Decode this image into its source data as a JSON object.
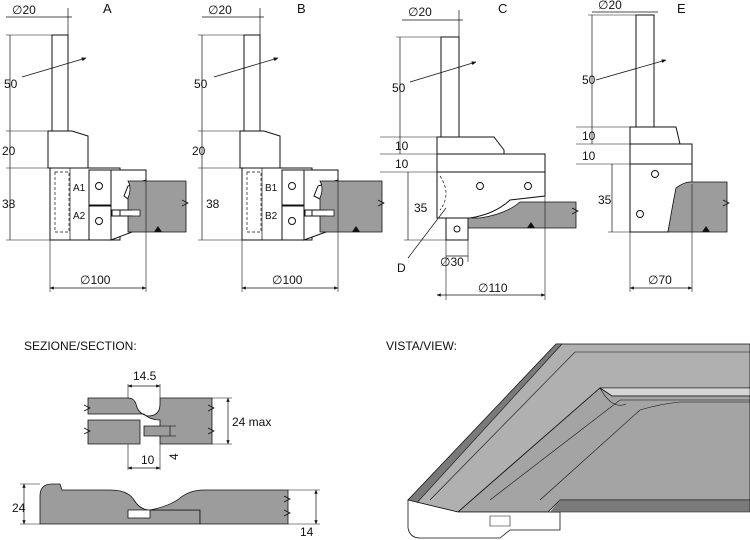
{
  "tools": {
    "A": {
      "letter": "A",
      "shank_dia": "∅20",
      "dim_shank": "50",
      "dim_neck": "20",
      "dim_cut": "38",
      "dim_dia": "∅100",
      "tag1": "A1",
      "tag2": "A2"
    },
    "B": {
      "letter": "B",
      "shank_dia": "∅20",
      "dim_shank": "50",
      "dim_neck": "20",
      "dim_cut": "38",
      "dim_dia": "∅100",
      "tag1": "B1",
      "tag2": "B2"
    },
    "C": {
      "letter": "C",
      "shank_dia": "∅20",
      "dim_shank": "50",
      "dim_neck1": "10",
      "dim_neck2": "10",
      "dim_cut": "35",
      "dim_bearing": "∅30",
      "dim_dia": "∅110",
      "callout": "D"
    },
    "E": {
      "letter": "E",
      "shank_dia": "∅20",
      "dim_shank": "50",
      "dim_neck1": "10",
      "dim_neck2": "10",
      "dim_cut": "35",
      "dim_dia": "∅70"
    }
  },
  "section": {
    "heading": "SEZIONE/SECTION:",
    "dim_profile": "14.5",
    "dim_max": "24 max",
    "dim_groove": "10",
    "dim_depth": "4",
    "dim_height": "24",
    "dim_tongue": "14"
  },
  "view": {
    "heading": "VISTA/VIEW:"
  },
  "colors": {
    "wood": "#9c9c9c",
    "wood_dark": "#6e6e6e",
    "line": "#111111",
    "panel": "#ffffff"
  }
}
